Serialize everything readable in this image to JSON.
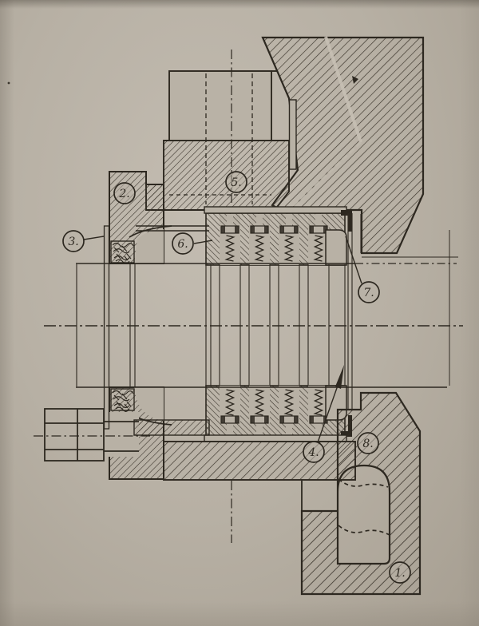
{
  "figure": {
    "type": "sectional-technical-drawing",
    "callouts": [
      {
        "label": "1."
      },
      {
        "label": "2."
      },
      {
        "label": "3."
      },
      {
        "label": "4."
      },
      {
        "label": "5."
      },
      {
        "label": "6."
      },
      {
        "label": "7."
      },
      {
        "label": "8."
      }
    ]
  },
  "colors": {
    "paper": "#b7b0a4",
    "ink": "#2d2820"
  }
}
